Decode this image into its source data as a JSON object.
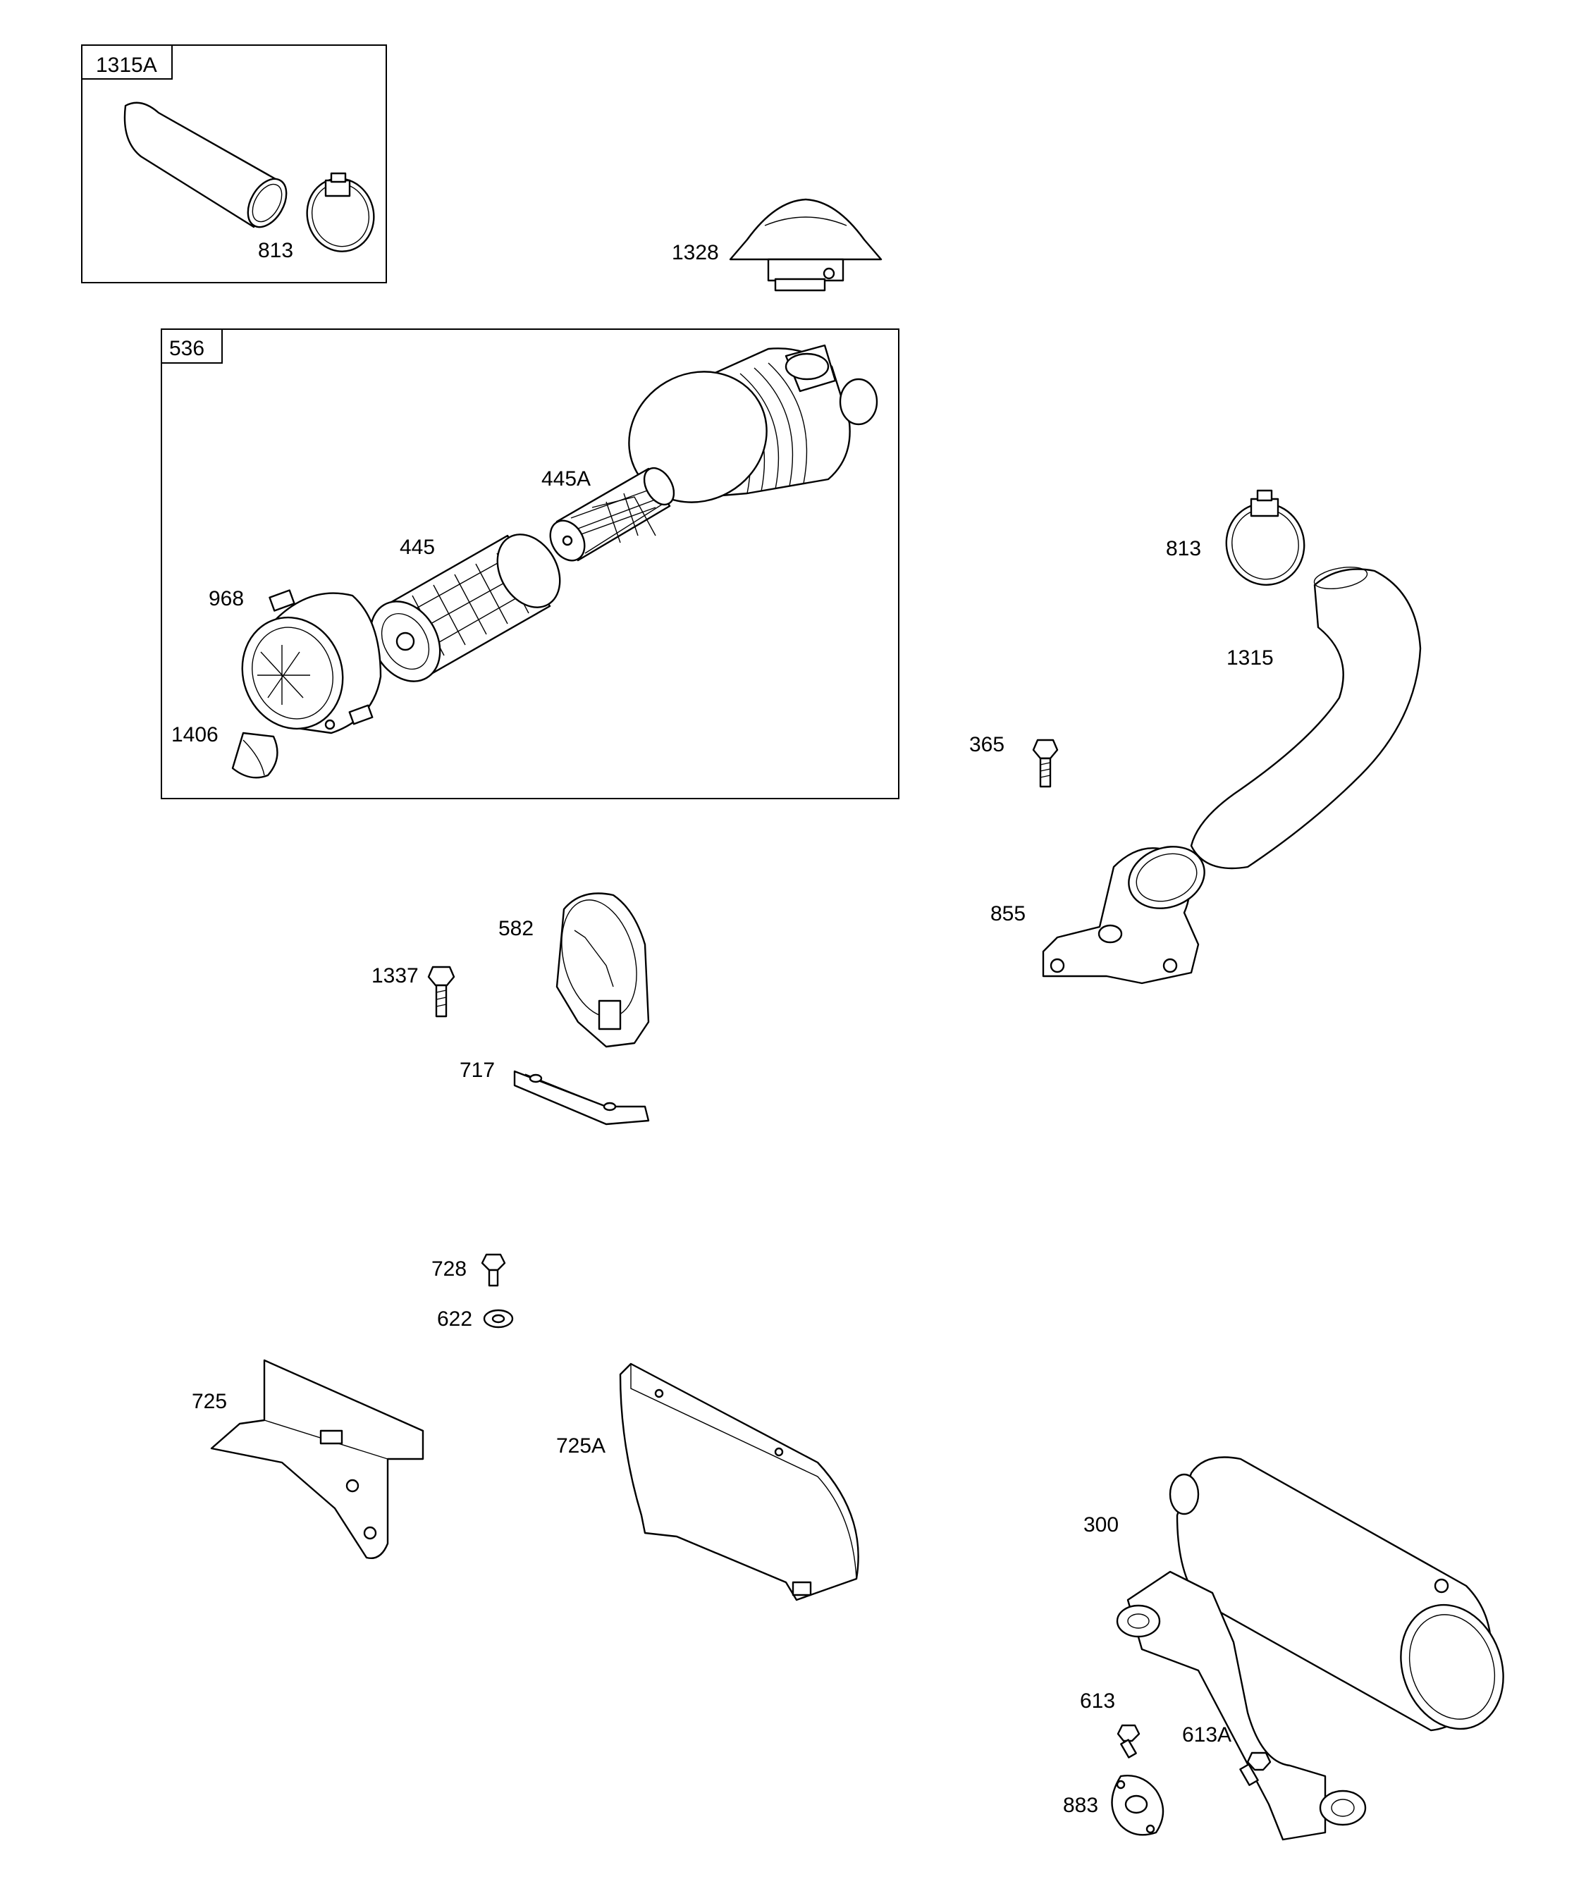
{
  "labels": {
    "l1315A": "1315A",
    "l813a": "813",
    "l1328": "1328",
    "l536": "536",
    "l445A": "445A",
    "l445": "445",
    "l968": "968",
    "l1406": "1406",
    "l813b": "813",
    "l1315": "1315",
    "l365": "365",
    "l855": "855",
    "l582": "582",
    "l1337": "1337",
    "l717": "717",
    "l728": "728",
    "l622": "622",
    "l725": "725",
    "l725A": "725A",
    "l300": "300",
    "l613": "613",
    "l613A": "613A",
    "l883": "883"
  }
}
